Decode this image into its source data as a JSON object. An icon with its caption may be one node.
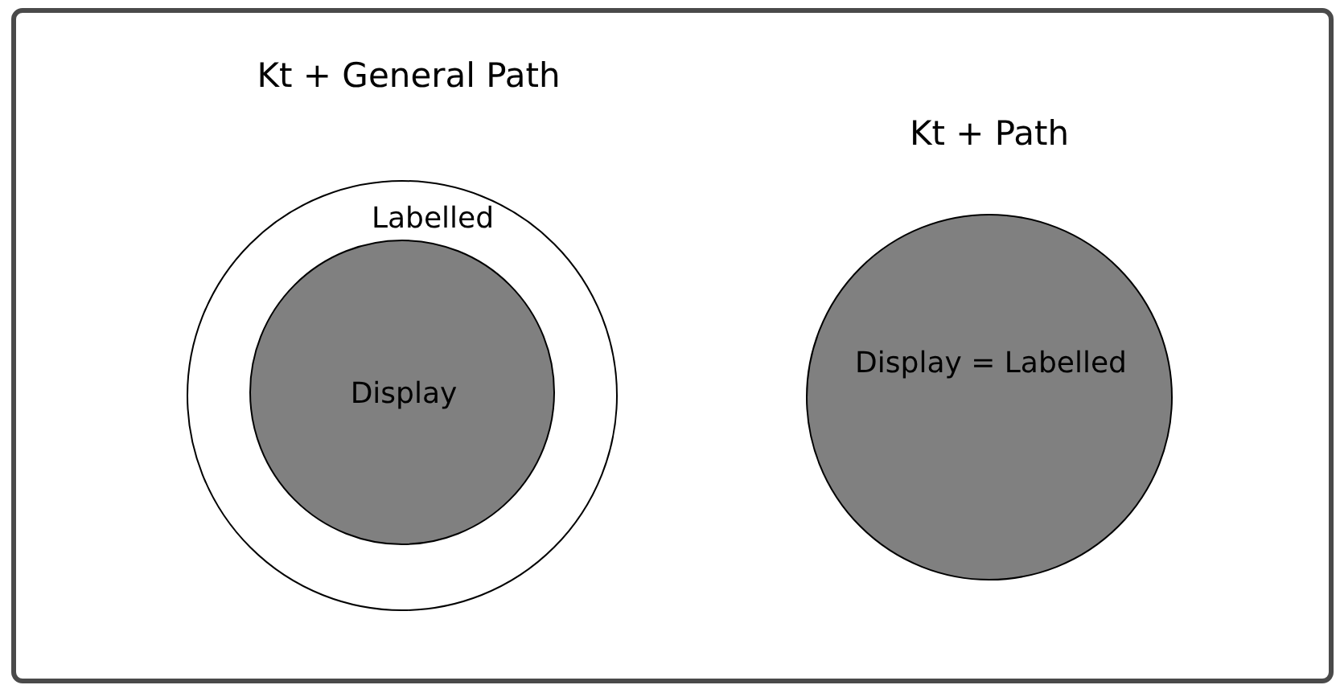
{
  "diagram": {
    "nodes": [
      {
        "text": [
          "Labelled"
        ]
      },
      {
        "text": [
          "Display"
        ],
        "in": 0
      },
      {
        "text": [
          "Display = Labelled"
        ]
      }
    ],
    "labels": [
      "Kt + General Path",
      "Kt + Path"
    ]
  }
}
